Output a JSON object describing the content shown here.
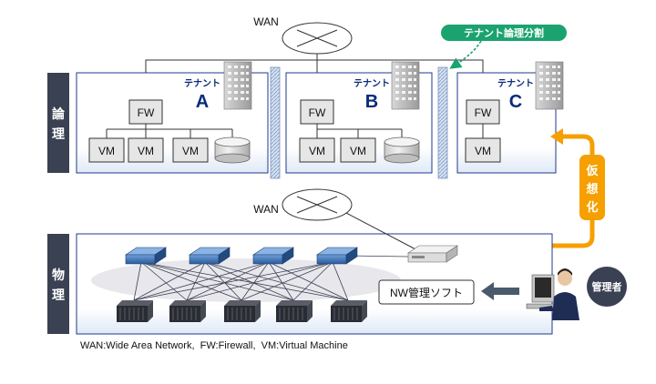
{
  "wan_label": "WAN",
  "logical_label": "論理",
  "physical_label": "物理",
  "tenant_split_label": "テナント論理分割",
  "virtualization_label": "仮想化",
  "tenants": [
    {
      "prefix": "テナント",
      "letter": "A",
      "fw": "FW",
      "vms": [
        "VM",
        "VM",
        "VM"
      ],
      "has_storage": true
    },
    {
      "prefix": "テナント",
      "letter": "B",
      "fw": "FW",
      "vms": [
        "VM",
        "VM"
      ],
      "has_storage": true
    },
    {
      "prefix": "テナント",
      "letter": "C",
      "fw": "FW",
      "vms": [
        "VM"
      ],
      "has_storage": false
    }
  ],
  "nw_software_label": "NW管理ソフト",
  "admin_label": "管理者",
  "footnote": "WAN:Wide Area Network,  FW:Firewall,  VM:Virtual Machine",
  "colors": {
    "green_badge": "#1aa36f",
    "orange_arrow": "#f5a000",
    "dark_label": "#3a4152",
    "tenant_letter": "#0a2b7a",
    "panel_border": "#1f3a8f",
    "switch_blue": "#3a6fb5"
  }
}
